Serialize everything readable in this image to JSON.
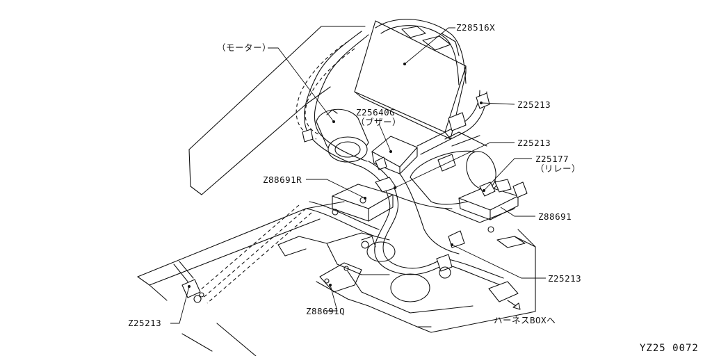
{
  "labels": {
    "z28516x": "Z28516X",
    "motor": "（モーター）",
    "z25640g": "Z25640G",
    "buzzer": "（ブザー）",
    "z25213_upper": "Z25213",
    "z25213_middle": "Z25213",
    "z25177": "Z25177",
    "relay": "（リレー）",
    "z88691r": "Z88691R",
    "z88691": "Z88691",
    "z25213_lower_right": "Z25213",
    "z88691q": "Z88691Q",
    "z25213_bottom_left": "Z25213",
    "harness": "ハーネスBOXへ"
  },
  "reference_code": "YZ25 0072"
}
